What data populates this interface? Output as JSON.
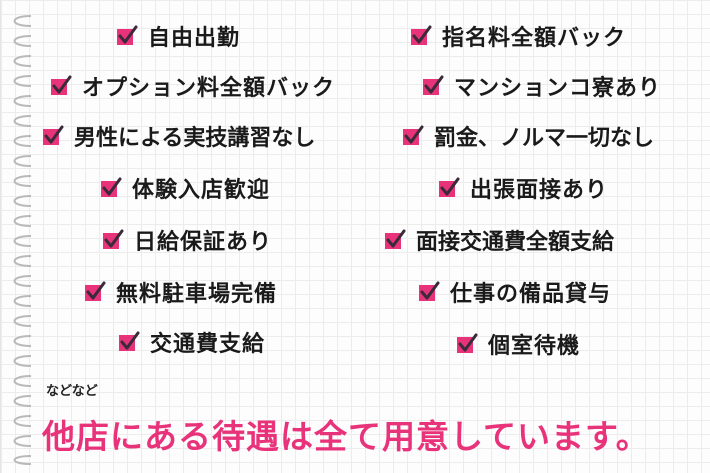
{
  "left_items": [
    "自由出勤",
    "オプション料全額バック",
    "男性による実技講習なし",
    "体験入店歓迎",
    "日給保証あり",
    "無料駐車場完備",
    "交通費支給"
  ],
  "right_items": [
    "指名料全額バック",
    "マンションコ寮あり",
    "罰金、ノルマ一切なし",
    "出張面接あり",
    "面接交通費全額支給",
    "仕事の備品貸与",
    "個室待機"
  ],
  "note": "などなど",
  "headline": "他店にある待遇は全て用意しています。",
  "colors": {
    "accent": "#e8337b",
    "check_box": "#e8337b",
    "check_mark": "#3a2a3a"
  }
}
